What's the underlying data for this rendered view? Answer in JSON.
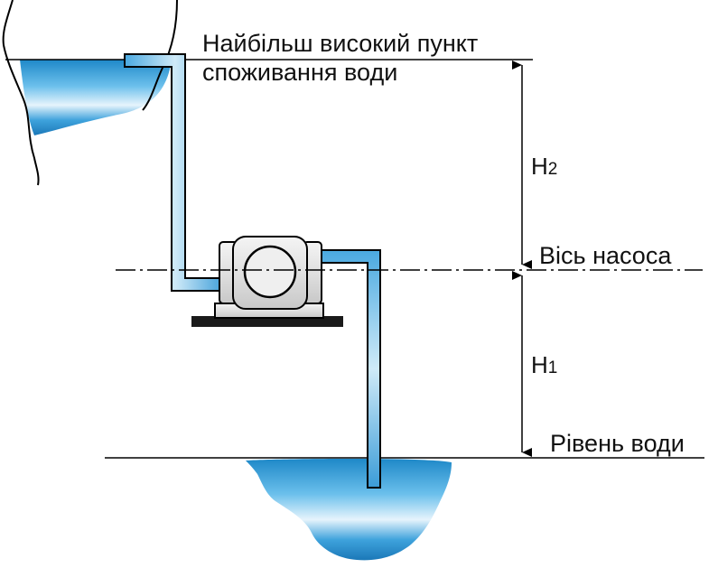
{
  "labels": {
    "top_point_line1": "Найбільш високий пункт",
    "top_point_line2": "споживання води",
    "h2": "H",
    "h2_sub": "2",
    "pump_axis": "Вісь насоса",
    "h1": "H",
    "h1_sub": "1",
    "water_level": "Рівень води"
  },
  "colors": {
    "line": "#000000",
    "water_dark": "#1e88c8",
    "water_mid": "#5bb8e8",
    "water_light": "#e6f4fc",
    "pump_body": "#e8e8e8",
    "pump_shade": "#bdbdbd"
  }
}
